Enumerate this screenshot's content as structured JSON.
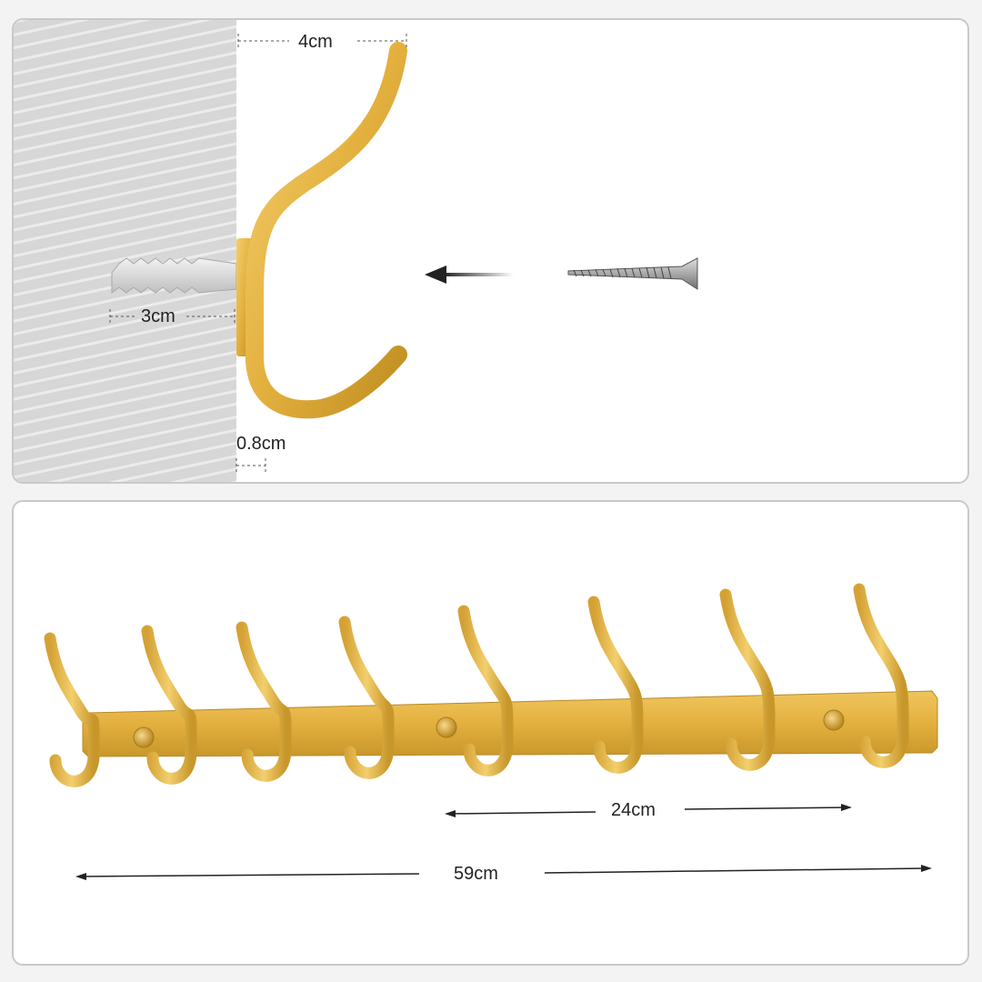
{
  "top_panel": {
    "dimensions": {
      "hook_depth": "4cm",
      "anchor_length": "3cm",
      "base_thickness": "0.8cm"
    }
  },
  "bottom_panel": {
    "hook_count": 8,
    "dimensions": {
      "screw_spacing": "24cm",
      "total_length": "59cm"
    }
  },
  "colors": {
    "gold": "#e3b03e",
    "gold_dark": "#c18f22",
    "gold_light": "#f3cf6d",
    "wall": "#d4d4d4"
  }
}
